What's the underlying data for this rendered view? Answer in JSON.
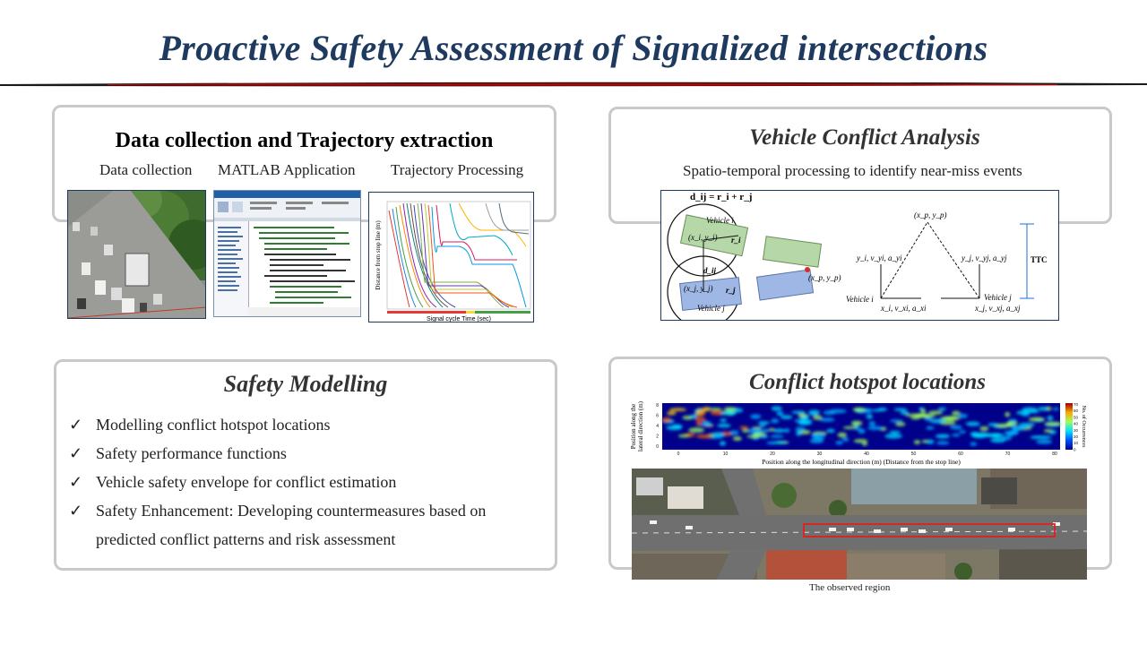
{
  "title": "Proactive Safety Assessment of Signalized intersections",
  "cards": {
    "data_collection": {
      "heading": "Data collection and Trajectory extraction",
      "labels": [
        "Data collection",
        "MATLAB Application",
        "Trajectory Processing"
      ],
      "trajectory_plot": {
        "ylabel": "Distance from stop line (m)",
        "xlabel": "Signal cycle Time (sec)"
      }
    },
    "conflict_analysis": {
      "heading": "Vehicle Conflict Analysis",
      "subtitle": "Spatio-temporal processing to identify near-miss events",
      "diagram": {
        "formula": "d_ij = r_i + r_j",
        "vehicle_i": "Vehicle i",
        "vehicle_j": "Vehicle j",
        "xi_yi": "(x_i, y_i)",
        "xj_yj": "(x_j, y_j)",
        "ri": "r_i",
        "rj": "r_j",
        "dij": "d_ij",
        "xp_yp": "(x_p, y_p)",
        "yi_label": "y_i, v_yi, a_yi",
        "yj_label": "y_j, v_yj, a_yj",
        "xi_label": "x_i, v_xi, a_xi",
        "xj_label": "x_j, v_xj, a_xj",
        "ttc": "TTC"
      }
    },
    "safety_modelling": {
      "heading": "Safety Modelling",
      "items": [
        "Modelling conflict hotspot locations",
        "Safety performance functions",
        "Vehicle safety envelope for conflict estimation",
        "Safety Enhancement: Developing countermeasures based on predicted conflict patterns and risk assessment"
      ]
    },
    "hotspot": {
      "heading": "Conflict hotspot locations",
      "heatmap": {
        "ylabel_1": "Position along the",
        "ylabel_2": "lateral direction (m)",
        "xlabel": "Position along the longitudinal direction (m) (Distance from the stop line)",
        "colorbar_label": "No. of Occurrences",
        "x_ticks": [
          "0",
          "10",
          "20",
          "30",
          "40",
          "50",
          "60",
          "70",
          "80"
        ],
        "y_ticks": [
          "8",
          "6",
          "4",
          "2",
          "0"
        ],
        "cb_ticks": [
          "70",
          "60",
          "50",
          "40",
          "30",
          "20",
          "10",
          "0"
        ]
      },
      "caption": "The observed region"
    }
  },
  "colors": {
    "title": "#1f3a5f",
    "card_border": "#c9c9c9",
    "rule_red": "#c00000"
  }
}
